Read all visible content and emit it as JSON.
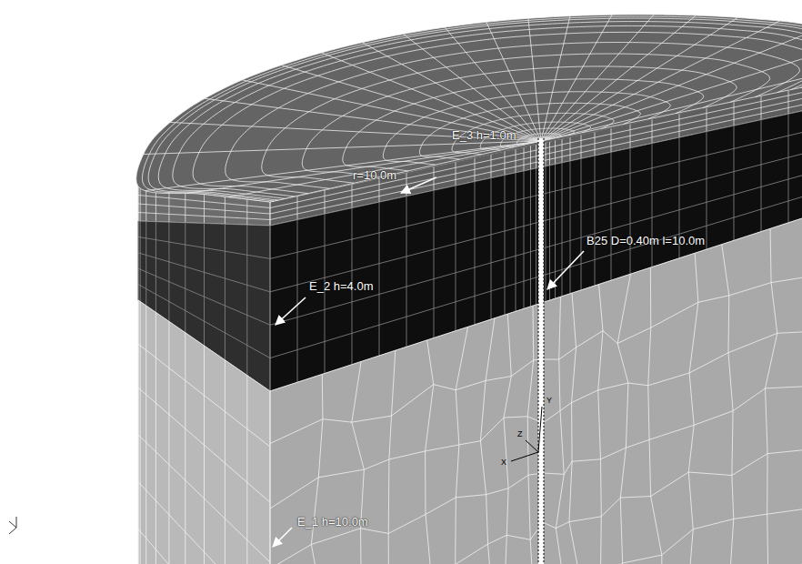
{
  "diagram": {
    "labels": [
      "E_3 h=1.0m",
      "r=10.0m",
      "B25 D=0.40m l=10.0m",
      "E_2 h=4.0m",
      "Y",
      "Z",
      "X",
      "E_1 h=10.0m"
    ]
  }
}
